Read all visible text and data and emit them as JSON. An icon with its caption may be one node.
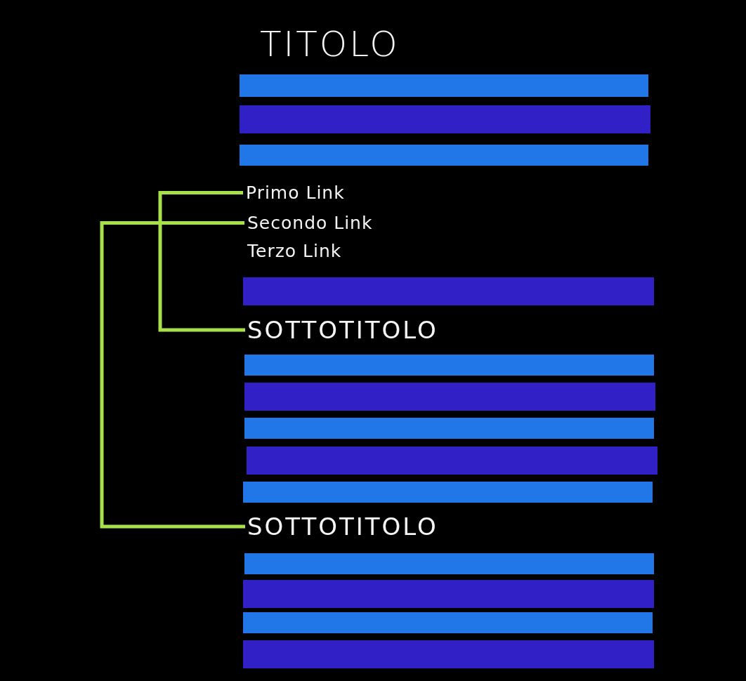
{
  "diagram": {
    "title": "TITOLO",
    "nodes": [
      {
        "text": [],
        "shape": "bar"
      },
      {
        "text": [],
        "shape": "bar"
      },
      {
        "text": [],
        "shape": "bar"
      },
      {
        "text": [
          "Primo Link"
        ]
      },
      {
        "text": [
          "Secondo Link"
        ]
      },
      {
        "text": [
          "Terzo Link"
        ]
      },
      {
        "text": [],
        "shape": "bar"
      },
      {
        "text": [
          "SOTTOTITOLO"
        ]
      },
      {
        "text": [],
        "shape": "bar"
      },
      {
        "text": [],
        "shape": "bar"
      },
      {
        "text": [],
        "shape": "bar"
      },
      {
        "text": [],
        "shape": "bar"
      },
      {
        "text": [],
        "shape": "bar"
      },
      {
        "text": [
          "SOTTOTITOLO"
        ]
      },
      {
        "text": [],
        "shape": "bar"
      },
      {
        "text": [],
        "shape": "bar"
      },
      {
        "text": [],
        "shape": "bar"
      },
      {
        "text": [],
        "shape": "bar"
      }
    ],
    "edges": [
      {
        "from": 3,
        "to": 7,
        "arrow": "none",
        "color": "#a8e04a"
      },
      {
        "from": 4,
        "to": 13,
        "arrow": "none",
        "color": "#a8e04a"
      }
    ]
  }
}
